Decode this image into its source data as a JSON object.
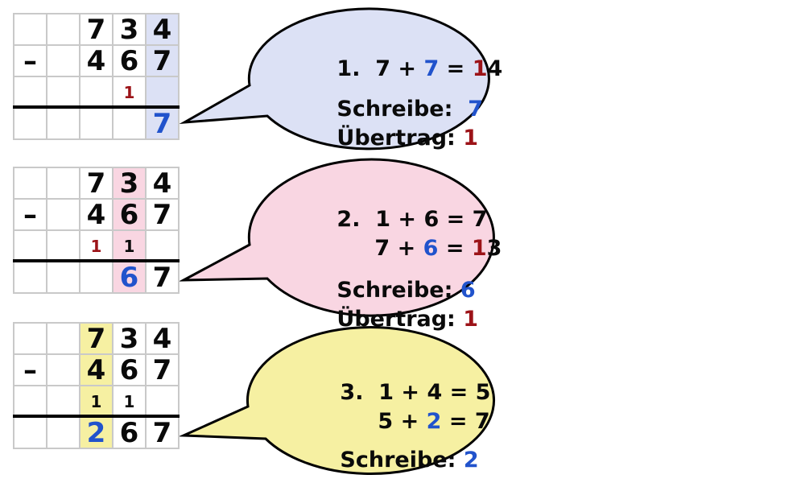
{
  "palette": {
    "ink": "#0a0a0a",
    "blue": "#2153cc",
    "red": "#9c1318",
    "lavender": "#dce1f5",
    "pink": "#f9d6e2",
    "yellow": "#f6f0a2",
    "grid_line": "#c9c9c9",
    "bubble_outline": "#000000"
  },
  "problem": {
    "minuend": "734",
    "subtrahend": "467",
    "result": "267",
    "operator": "–"
  },
  "steps": [
    {
      "grid": {
        "highlight": "lavender",
        "rows": [
          {
            "cells": [
              {
                "t": ""
              },
              {
                "t": ""
              },
              {
                "t": "7"
              },
              {
                "t": "3"
              },
              {
                "t": "4",
                "bg": "lavender"
              }
            ]
          },
          {
            "cells": [
              {
                "t": "–"
              },
              {
                "t": ""
              },
              {
                "t": "4"
              },
              {
                "t": "6"
              },
              {
                "t": "7",
                "bg": "lavender"
              }
            ]
          },
          {
            "cells": [
              {
                "t": ""
              },
              {
                "t": ""
              },
              {
                "t": ""
              },
              {
                "t": "1",
                "c": "red"
              },
              {
                "t": "",
                "bg": "lavender"
              }
            ]
          },
          {
            "cells": [
              {
                "t": ""
              },
              {
                "t": ""
              },
              {
                "t": ""
              },
              {
                "t": ""
              },
              {
                "t": "7",
                "c": "blue",
                "bg": "lavender"
              }
            ]
          }
        ]
      },
      "bubble": {
        "fill": "lavender",
        "lines": [
          {
            "segs": [
              {
                "t": "1.  7 + ",
                "c": "ink"
              },
              {
                "t": "7",
                "c": "blue"
              },
              {
                "t": " = ",
                "c": "ink"
              },
              {
                "t": "1",
                "c": "red"
              },
              {
                "t": "4",
                "c": "ink"
              }
            ]
          },
          {
            "segs": [
              {
                "t": "Schreibe:  ",
                "c": "ink"
              },
              {
                "t": "7",
                "c": "blue"
              }
            ]
          },
          {
            "segs": [
              {
                "t": "Übertrag: ",
                "c": "ink"
              },
              {
                "t": "1",
                "c": "red"
              }
            ]
          }
        ]
      }
    },
    {
      "grid": {
        "highlight": "pink",
        "rows": [
          {
            "cells": [
              {
                "t": ""
              },
              {
                "t": ""
              },
              {
                "t": "7"
              },
              {
                "t": "3",
                "bg": "pink"
              },
              {
                "t": "4"
              }
            ]
          },
          {
            "cells": [
              {
                "t": "–"
              },
              {
                "t": ""
              },
              {
                "t": "4"
              },
              {
                "t": "6",
                "bg": "pink"
              },
              {
                "t": "7"
              }
            ]
          },
          {
            "cells": [
              {
                "t": ""
              },
              {
                "t": ""
              },
              {
                "t": "1",
                "c": "red"
              },
              {
                "t": "1",
                "bg": "pink"
              },
              {
                "t": ""
              }
            ]
          },
          {
            "cells": [
              {
                "t": ""
              },
              {
                "t": ""
              },
              {
                "t": ""
              },
              {
                "t": "6",
                "c": "blue",
                "bg": "pink"
              },
              {
                "t": "7"
              }
            ]
          }
        ]
      },
      "bubble": {
        "fill": "pink",
        "lines": [
          {
            "segs": [
              {
                "t": "2.  1 + 6 = 7",
                "c": "ink"
              }
            ]
          },
          {
            "indent": true,
            "segs": [
              {
                "t": "7 + ",
                "c": "ink"
              },
              {
                "t": "6",
                "c": "blue"
              },
              {
                "t": " = ",
                "c": "ink"
              },
              {
                "t": "1",
                "c": "red"
              },
              {
                "t": "3",
                "c": "ink"
              }
            ]
          },
          {
            "segs": [
              {
                "t": "Schreibe: ",
                "c": "ink"
              },
              {
                "t": "6",
                "c": "blue"
              }
            ]
          },
          {
            "segs": [
              {
                "t": "Übertrag: ",
                "c": "ink"
              },
              {
                "t": "1",
                "c": "red"
              }
            ]
          }
        ]
      }
    },
    {
      "grid": {
        "highlight": "yellow",
        "rows": [
          {
            "cells": [
              {
                "t": ""
              },
              {
                "t": ""
              },
              {
                "t": "7",
                "bg": "yellow"
              },
              {
                "t": "3"
              },
              {
                "t": "4"
              }
            ]
          },
          {
            "cells": [
              {
                "t": "–"
              },
              {
                "t": ""
              },
              {
                "t": "4",
                "bg": "yellow"
              },
              {
                "t": "6"
              },
              {
                "t": "7"
              }
            ]
          },
          {
            "cells": [
              {
                "t": ""
              },
              {
                "t": ""
              },
              {
                "t": "1",
                "bg": "yellow"
              },
              {
                "t": "1"
              },
              {
                "t": ""
              }
            ]
          },
          {
            "cells": [
              {
                "t": ""
              },
              {
                "t": ""
              },
              {
                "t": "2",
                "c": "blue",
                "bg": "yellow"
              },
              {
                "t": "6"
              },
              {
                "t": "7"
              }
            ]
          }
        ]
      },
      "bubble": {
        "fill": "yellow",
        "lines": [
          {
            "segs": [
              {
                "t": "3.  1 + 4 = 5",
                "c": "ink"
              }
            ]
          },
          {
            "indent": true,
            "segs": [
              {
                "t": "5 + ",
                "c": "ink"
              },
              {
                "t": "2",
                "c": "blue"
              },
              {
                "t": " = 7",
                "c": "ink"
              }
            ]
          },
          {
            "segs": [
              {
                "t": "Schreibe: ",
                "c": "ink"
              },
              {
                "t": "2",
                "c": "blue"
              }
            ]
          }
        ]
      }
    }
  ]
}
